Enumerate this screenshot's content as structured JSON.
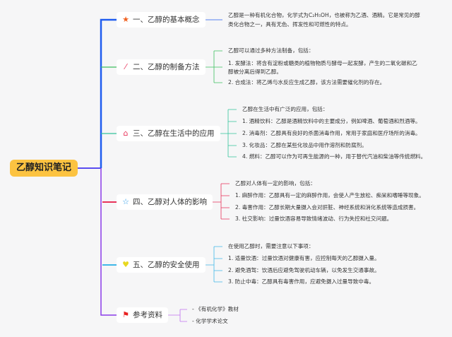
{
  "root": {
    "title": "乙醇知识笔记"
  },
  "branches": [
    {
      "label": "一、乙醇的基本概念",
      "icon": "star-filled-icon",
      "color": "#1f5cf0",
      "leaves": [
        "乙醇是一种有机化合物，化学式为C₂H₅OH，也被称为乙酒、酒精。它是常见的醇",
        "类化合物之一，具有无色、挥发性和可燃性的特点。"
      ]
    },
    {
      "label": "二、乙醇的制备方法",
      "icon": "magic-wand-icon",
      "color": "#3cc060",
      "leaves": [
        "乙醇可以通过多种方法制备，包括：",
        "1. 发酵法：将含有淀粉或糖类的植物物质与酵母一起发酵，产生的二氧化碳和乙",
        "醇被分离后得到乙醇。",
        "2. 合成法：将乙烯与水反应生成乙醇，该方法需要催化剂的存在。"
      ]
    },
    {
      "label": "三、乙醇在生活中的应用",
      "icon": "home-icon",
      "color": "#34c49c",
      "leaves": [
        "乙醇在生活中有广泛的应用，包括：",
        "1. 酒精饮料：乙醇是酒精饮料中的主要成分，例如啤酒、葡萄酒和烈酒等。",
        "2. 消毒剂：乙醇具有良好的杀菌消毒作用，常用于家庭和医疗场所的消毒。",
        "3. 化妆品：乙醇在某些化妆品中用作溶剂和防腐剂。",
        "4. 燃料：乙醇可以作为可再生能源的一种，用于替代汽油和柴油等传统燃料。"
      ]
    },
    {
      "label": "四、乙醇对人体的影响",
      "icon": "star-outline-icon",
      "color": "#e8335a",
      "leaves": [
        "乙醇对人体有一定的影响，包括：",
        "1. 麻醉作用：乙醇具有一定的麻醉作用，会使人产生放松、痴呆和嗜睡等现象。",
        "2. 毒害作用：乙醇长期大量摄入会对肝脏、神经系统和消化系统等造成损害。",
        "3. 社交影响：过量饮酒容易导致情绪波动、行为失控和社交问题。"
      ]
    },
    {
      "label": "五、乙醇的安全使用",
      "icon": "trophy-icon",
      "color": "#40b8e8",
      "leaves": [
        "在使用乙醇时，需要注意以下事项：",
        "1. 适量饮酒：过量饮酒对健康有害，应控制每天的乙醇摄入量。",
        "2. 避免酒驾：饮酒后应避免驾驶机动车辆，以免发生交通事故。",
        "3. 防止中毒：乙醇具有毒害作用，应避免摄入过量导致中毒。"
      ]
    },
    {
      "label": "参考资料",
      "icon": "flag-icon",
      "color": "#a030e0",
      "leaves": [
        "- 《有机化学》教材",
        "- 化学学术论文"
      ]
    }
  ]
}
